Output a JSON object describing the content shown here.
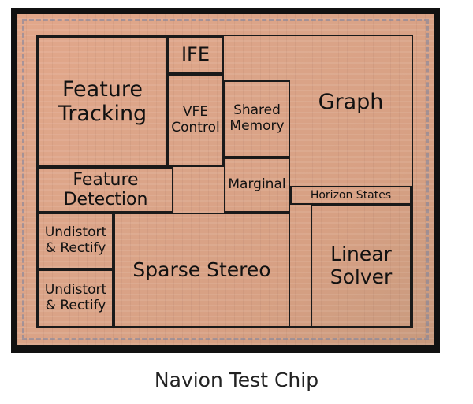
{
  "blocks": {
    "feature_tracking": "Feature\nTracking",
    "ife": "IFE",
    "vfe_control": "VFE\nControl",
    "shared_memory": "Shared\nMemory",
    "graph": "Graph",
    "feature_detection": "Feature\nDetection",
    "marginal": "Marginal",
    "horizon_states": "Horizon States",
    "undistort_rectify_1": "Undistort\n& Rectify",
    "undistort_rectify_2": "Undistort\n& Rectify",
    "sparse_stereo": "Sparse Stereo",
    "linear_solver": "Linear\nSolver"
  },
  "caption": "Navion Test Chip"
}
